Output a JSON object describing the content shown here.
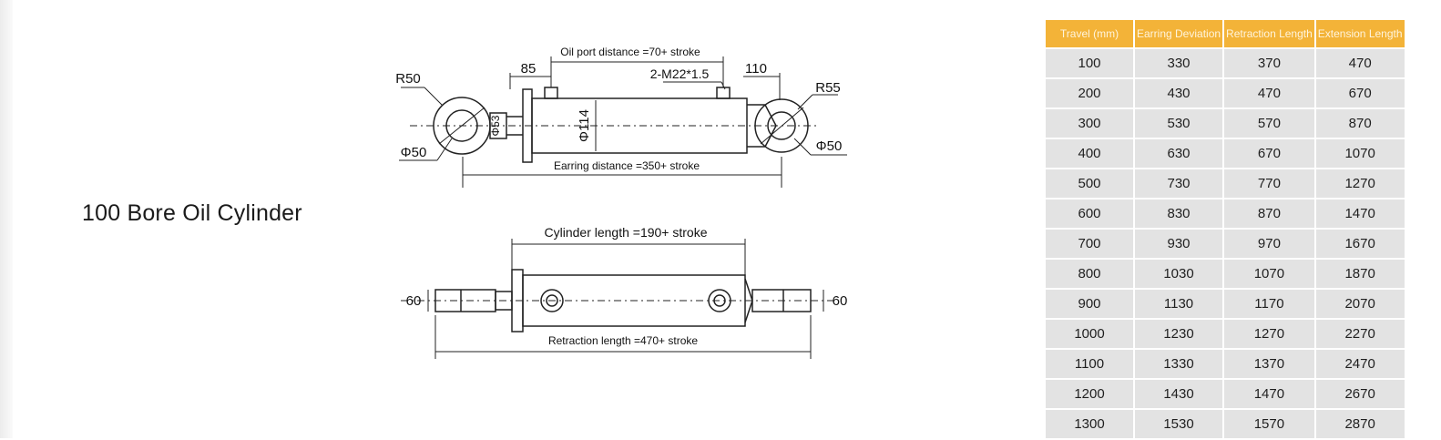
{
  "title": "100 Bore Oil Cylinder",
  "drawing": {
    "top_view": {
      "oil_port_distance": "Oil port distance =70+ stroke",
      "dim_85": "85",
      "dim_110": "110",
      "port_thread": "2-M22*1.5",
      "left_radius": "R50",
      "right_radius": "R55",
      "left_hole": "Φ50",
      "right_hole": "Φ50",
      "rod_dia": "Φ53",
      "bore_dia": "Φ114",
      "earring_distance": "Earring distance =350+ stroke"
    },
    "side_view": {
      "cylinder_length": "Cylinder length =190+ stroke",
      "left_width": "60",
      "right_width": "60",
      "retraction_length": "Retraction length =470+ stroke"
    }
  },
  "table": {
    "headers": [
      "Travel (mm)",
      "Earring Deviation",
      "Retraction Length",
      "Extension Length"
    ],
    "rows": [
      [
        "100",
        "330",
        "370",
        "470"
      ],
      [
        "200",
        "430",
        "470",
        "670"
      ],
      [
        "300",
        "530",
        "570",
        "870"
      ],
      [
        "400",
        "630",
        "670",
        "1070"
      ],
      [
        "500",
        "730",
        "770",
        "1270"
      ],
      [
        "600",
        "830",
        "870",
        "1470"
      ],
      [
        "700",
        "930",
        "970",
        "1670"
      ],
      [
        "800",
        "1030",
        "1070",
        "1870"
      ],
      [
        "900",
        "1130",
        "1170",
        "2070"
      ],
      [
        "1000",
        "1230",
        "1270",
        "2270"
      ],
      [
        "1100",
        "1330",
        "1370",
        "2470"
      ],
      [
        "1200",
        "1430",
        "1470",
        "2670"
      ],
      [
        "1300",
        "1530",
        "1570",
        "2870"
      ]
    ]
  }
}
